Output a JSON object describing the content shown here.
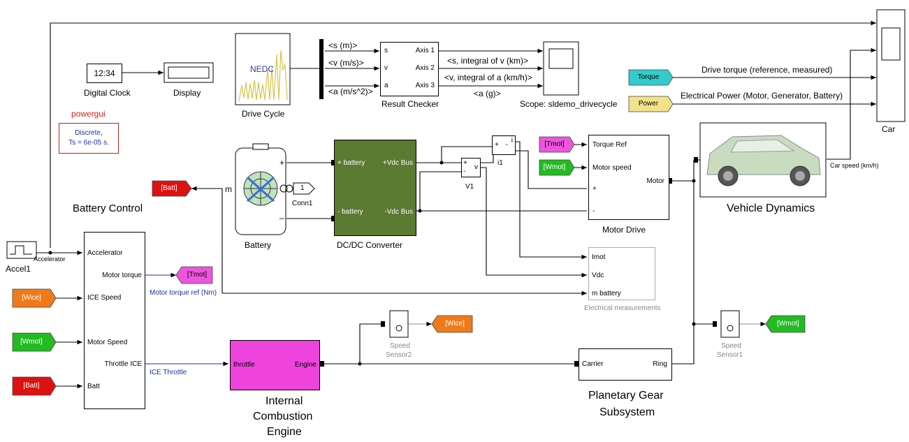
{
  "blocks": {
    "digital_clock": {
      "value": "12:34",
      "label": "Digital Clock"
    },
    "display": {
      "label": "Display"
    },
    "drive_cycle": {
      "inner": "NEDC",
      "label": "Drive Cycle"
    },
    "result_checker": {
      "label": "Result Checker",
      "inputs": [
        "s",
        "v",
        "a"
      ],
      "outputs": [
        "Axis 1",
        "Axis 2",
        "Axis 3"
      ]
    },
    "scope": {
      "label": "Scope: sldemo_drivecycle"
    },
    "car": {
      "label": "Car"
    },
    "powergui": {
      "title": "powergui",
      "line1": "Discrete,",
      "line2": "Ts = 6e-05 s."
    },
    "battery": {
      "label": "Battery",
      "plus": "+",
      "minus": "_",
      "m": "m"
    },
    "conn1": {
      "num": "1",
      "label": "Conn1"
    },
    "dcdc": {
      "label": "DC/DC Converter",
      "p_bat_plus": "+ battery",
      "p_bat_minus": "- battery",
      "p_vdc_plus": "+Vdc Bus",
      "p_vdc_minus": "-Vdc Bus"
    },
    "v1": {
      "label": "V1",
      "plus": "+",
      "minus": "-",
      "v": "v"
    },
    "i1": {
      "label": "i1",
      "plus": "+",
      "minus": "-",
      "i": "i"
    },
    "motor_drive": {
      "label": "Motor Drive",
      "p_torque": "Torque Ref",
      "p_speed": "Motor speed",
      "p_plus": "+",
      "p_minus": "-",
      "p_motor": "Motor"
    },
    "vehicle": {
      "label": "Vehicle Dynamics",
      "port": "Car speed (km/h)"
    },
    "battery_control": {
      "label": "Battery Control",
      "in1": "Accelerator",
      "in2": "ICE Speed",
      "in3": "Motor Speed",
      "in4": "Batt",
      "out1": "Motor torque",
      "out2": "Throttle ICE"
    },
    "accel": {
      "label": "Accel1",
      "signal": "Accelerator"
    },
    "elec_meas": {
      "label": "Electrical measurements",
      "p1": "Imot",
      "p2": "Vdc",
      "p3": "m battery"
    },
    "speed_sensor2": {
      "label1": "Speed",
      "label2": "Sensor2"
    },
    "speed_sensor1": {
      "label1": "Speed",
      "label2": "Sensor1"
    },
    "ice": {
      "in": "throttle",
      "out": "Engine",
      "label1": "Internal",
      "label2": "Combustion",
      "label3": "Engine"
    },
    "planetary": {
      "carrier": "Carrier",
      "ring": "Ring",
      "label1": "Planetary Gear",
      "label2": "Subsystem"
    }
  },
  "signals": {
    "s": "<s (m)>",
    "v": "<v (m/s)>",
    "a": "<a (m/s^2)>",
    "sv": "<s, integral of v (km)>",
    "va": "<v, integral of a (km/h)>",
    "ag": "<a (g)>",
    "drive_torque": "Drive torque (reference, measured)",
    "elec_power": "Electrical Power (Motor, Generator, Battery)",
    "motor_torque_ref": "Motor torque ref (Nm)",
    "ice_throttle": "ICE Throttle"
  },
  "tags": {
    "torque": "Torque",
    "power": "Power",
    "tmot_goto1": "[Tmot]",
    "wmot_from1": "[Wmot]",
    "batt_goto": "[Batt]",
    "tmot_goto2": "[Tmot]",
    "wice_from": "[Wice]",
    "wmot_from2": "[Wmot]",
    "batt_from": "[Batt]",
    "wice_goto": "[Wice]",
    "wmot_goto": "[Wmot]"
  },
  "colors": {
    "dcdc_fill": "#5b7a32",
    "ice_fill": "#ee44dd",
    "tag_magenta": "#ee55dd",
    "tag_green": "#22bb22",
    "tag_red": "#dd1111",
    "tag_orange": "#f07a1a",
    "tag_cyan": "#33cccc",
    "tag_yellow": "#f2e28a",
    "signal_blue": "#1a2ea8"
  }
}
